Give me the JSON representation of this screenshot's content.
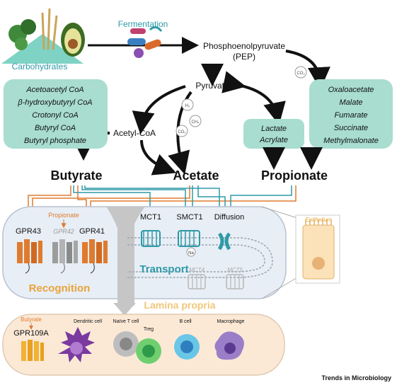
{
  "top": {
    "carbohydrates": "Carbohydrates",
    "fermentation": "Fermentation",
    "pep_line1": "Phosphoenolpyruvate",
    "pep_line2": "(PEP)",
    "pyruvate": "Pyruvate",
    "acetyl_coa": "Acetyl-CoA",
    "co2": "CO₂",
    "h2": "H₂",
    "ch4": "CH₄"
  },
  "left_box": [
    "Acetoacetyl CoA",
    "β-hydroxybutyryl CoA",
    "Crotonyl CoA",
    "Butyryl CoA",
    "Butyryl phosphate"
  ],
  "mid_box": [
    "Lactate",
    "Acrylate"
  ],
  "right_box": [
    "Oxaloacetate",
    "Malate",
    "Fumarate",
    "Succinate",
    "Methylmalonate"
  ],
  "products": {
    "butyrate": "Butyrate",
    "acetate": "Acetate",
    "propionate": "Propionate"
  },
  "epithelium": {
    "gpr43": "GPR43",
    "gpr42": "GPR42",
    "gpr41": "GPR41",
    "propionate": "Propionate",
    "recognition": "Recognition",
    "mct1": "MCT1",
    "smct1": "SMCT1",
    "diffusion": "Diffusion",
    "na": "Na",
    "transport": "Transport",
    "mct4": "MCT4",
    "mct5": "MCT5",
    "epithelium_label": "Epithelium"
  },
  "lamina": {
    "title": "Lamina propria",
    "butyrate": "Butyrate",
    "gpr109a": "GPR109A",
    "dendritic": "Dendritic cell",
    "naive_t": "Naïve T cell",
    "treg": "Treg",
    "b_cell": "B cell",
    "macrophage": "Macrophage"
  },
  "footer": "Trends in Microbiology",
  "colors": {
    "teal_box": "#a8ddd0",
    "orange": "#e07b2e",
    "teal": "#2e9aa8",
    "label_orange": "#e8a33a",
    "panel": "#e8eef5",
    "lamina": "#fbe9d6"
  }
}
